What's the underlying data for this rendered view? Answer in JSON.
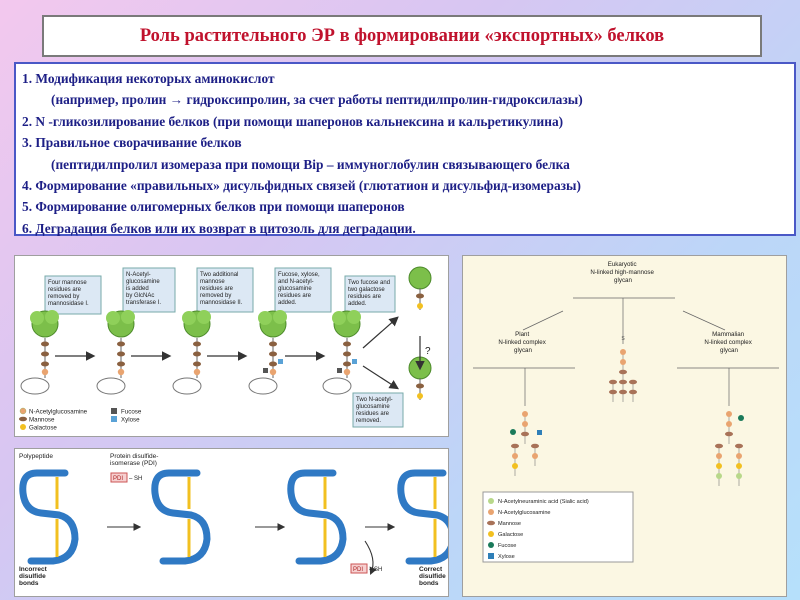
{
  "title": "Роль растительного ЭР в формировании «экспортных» белков",
  "list": {
    "l1": "1. Модификация некоторых аминокислот",
    "l1b": "(например, пролин → гидроксипролин, за счет работы пептидилпролин-гидроксилазы)",
    "l2": "2. N -гликозилирование белков  (при помощи шаперонов кальнексина и кальретикулина)",
    "l3": "3. Правильное сворачивание белков",
    "l3b": "(пептидилпролил изомераза  при помощи Bip – иммуноглобулин связывающего белка",
    "l4": "4. Формирование «правильных» дисульфидных связей (глютатион и дисульфид-изомеразы)",
    "l5": "5. Формирование олигомерных белков при помощи шаперонов",
    "l6": "6. Деградация белков или их возврат в цитозоль для деградации."
  },
  "fig1": {
    "box1": [
      "Four mannose",
      "residues are",
      "removed by",
      "mannosidase I."
    ],
    "box2": [
      "N-Acetyl-",
      "glucosamine",
      "is added",
      "by GlcNAc",
      "transferase I."
    ],
    "box3": [
      "Two additional",
      "mannose",
      "residues are",
      "removed by",
      "mannosidase II."
    ],
    "box4": [
      "Fucose, xylose,",
      "and N-acetyl-",
      "glucosamine",
      "residues are",
      "added."
    ],
    "box5": [
      "Two fucose and",
      "two galactose",
      "residues are",
      "added."
    ],
    "box6": [
      "Two N-acetyl-",
      "glucosamine",
      "residues are",
      "removed."
    ],
    "question": "?",
    "legend": {
      "glcnac": "N-Acetylglucosamine",
      "mannose": "Mannose",
      "galactose": "Galactose",
      "fucose": "Fucose",
      "xylose": "Xylose"
    }
  },
  "fig2": {
    "eukaryotic": [
      "Eukaryotic",
      "N-linked high-mannose",
      "glycan"
    ],
    "plant": [
      "Plant",
      "N-linked complex",
      "glycan"
    ],
    "mammalian": [
      "Mammalian",
      "N-linked complex",
      "glycan"
    ],
    "legend": {
      "sialic": "N-Acetylneuraminic acid (Sialic acid)",
      "glcnac": "N-Acetylglucosamine",
      "mannose": "Mannose",
      "galactose": "Galactose",
      "fucose": "Fucose",
      "xylose": "Xylose"
    }
  },
  "fig3": {
    "polypeptide": "Polypeptide",
    "pdi": [
      "Protein disulfide-",
      "isomerase (PDI)"
    ],
    "pdi_tag": "PDI",
    "sh": "SH",
    "s": "S",
    "incorrect": [
      "Incorrect",
      "disulfide",
      "bonds"
    ],
    "correct": [
      "Correct",
      "disulfide",
      "bonds"
    ]
  }
}
